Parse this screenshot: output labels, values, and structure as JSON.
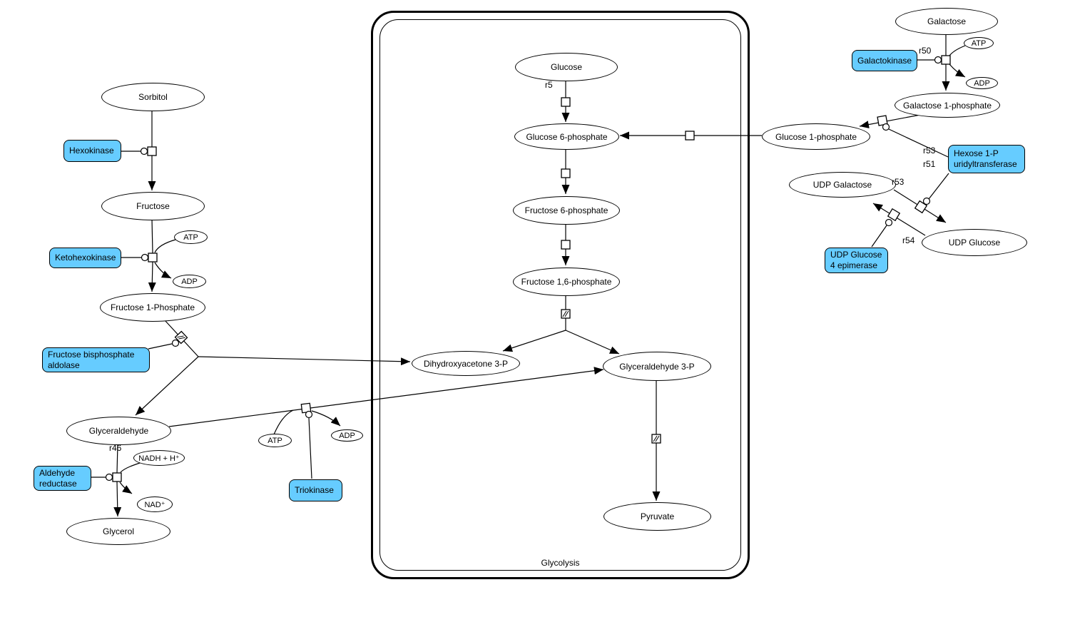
{
  "compartment": {
    "label": "Glycolysis"
  },
  "species": {
    "sorbitol": "Sorbitol",
    "fructose": "Fructose",
    "fructose_1_phosphate": "Fructose 1-Phosphate",
    "glyceraldehyde": "Glyceraldehyde",
    "glycerol": "Glycerol",
    "glucose": "Glucose",
    "glucose_6_phosphate": "Glucose 6-phosphate",
    "fructose_6_phosphate": "Fructose 6-phosphate",
    "fructose_16_phosphate": "Fructose 1,6-phosphate",
    "dihydroxyacetone_3p": "Dihydroxyacetone 3-P",
    "glyceraldehyde_3p": "Glyceraldehyde 3-P",
    "pyruvate": "Pyruvate",
    "galactose": "Galactose",
    "galactose_1_phosphate": "Galactose 1-phosphate",
    "glucose_1_phosphate": "Glucose 1-phosphate",
    "udp_galactose": "UDP Galactose",
    "udp_glucose": "UDP Glucose"
  },
  "cofactors": {
    "atp_ketohexokinase": "ATP",
    "adp_ketohexokinase": "ADP",
    "atp_triokinase": "ATP",
    "adp_triokinase": "ADP",
    "atp_galactokinase": "ATP",
    "adp_galactokinase": "ADP",
    "nadh_h": "NADH + H⁺",
    "nad": "NAD⁺"
  },
  "enzymes": {
    "hexokinase": "Hexokinase",
    "ketohexokinase": "Ketohexokinase",
    "fructose_bisphosphate_aldolase": "Fructose bisphosphate\naldolase",
    "aldehyde_reductase": "Aldehyde\nreductase",
    "triokinase": "Triokinase",
    "galactokinase": "Galactokinase",
    "hexose_1p_uridyltransferase": "Hexose 1-P\nuridyltransferase",
    "udp_glucose_4_epimerase": "UDP Glucose\n4 epimerase"
  },
  "reaction_labels": {
    "r5": "r5",
    "r46": "r46",
    "r50": "r50",
    "r53_top": "r53",
    "r51": "r51",
    "r53_mid": "r53",
    "r54": "r54"
  },
  "colors": {
    "enzyme_fill": "#66CCFF",
    "line_color": "#000000"
  }
}
